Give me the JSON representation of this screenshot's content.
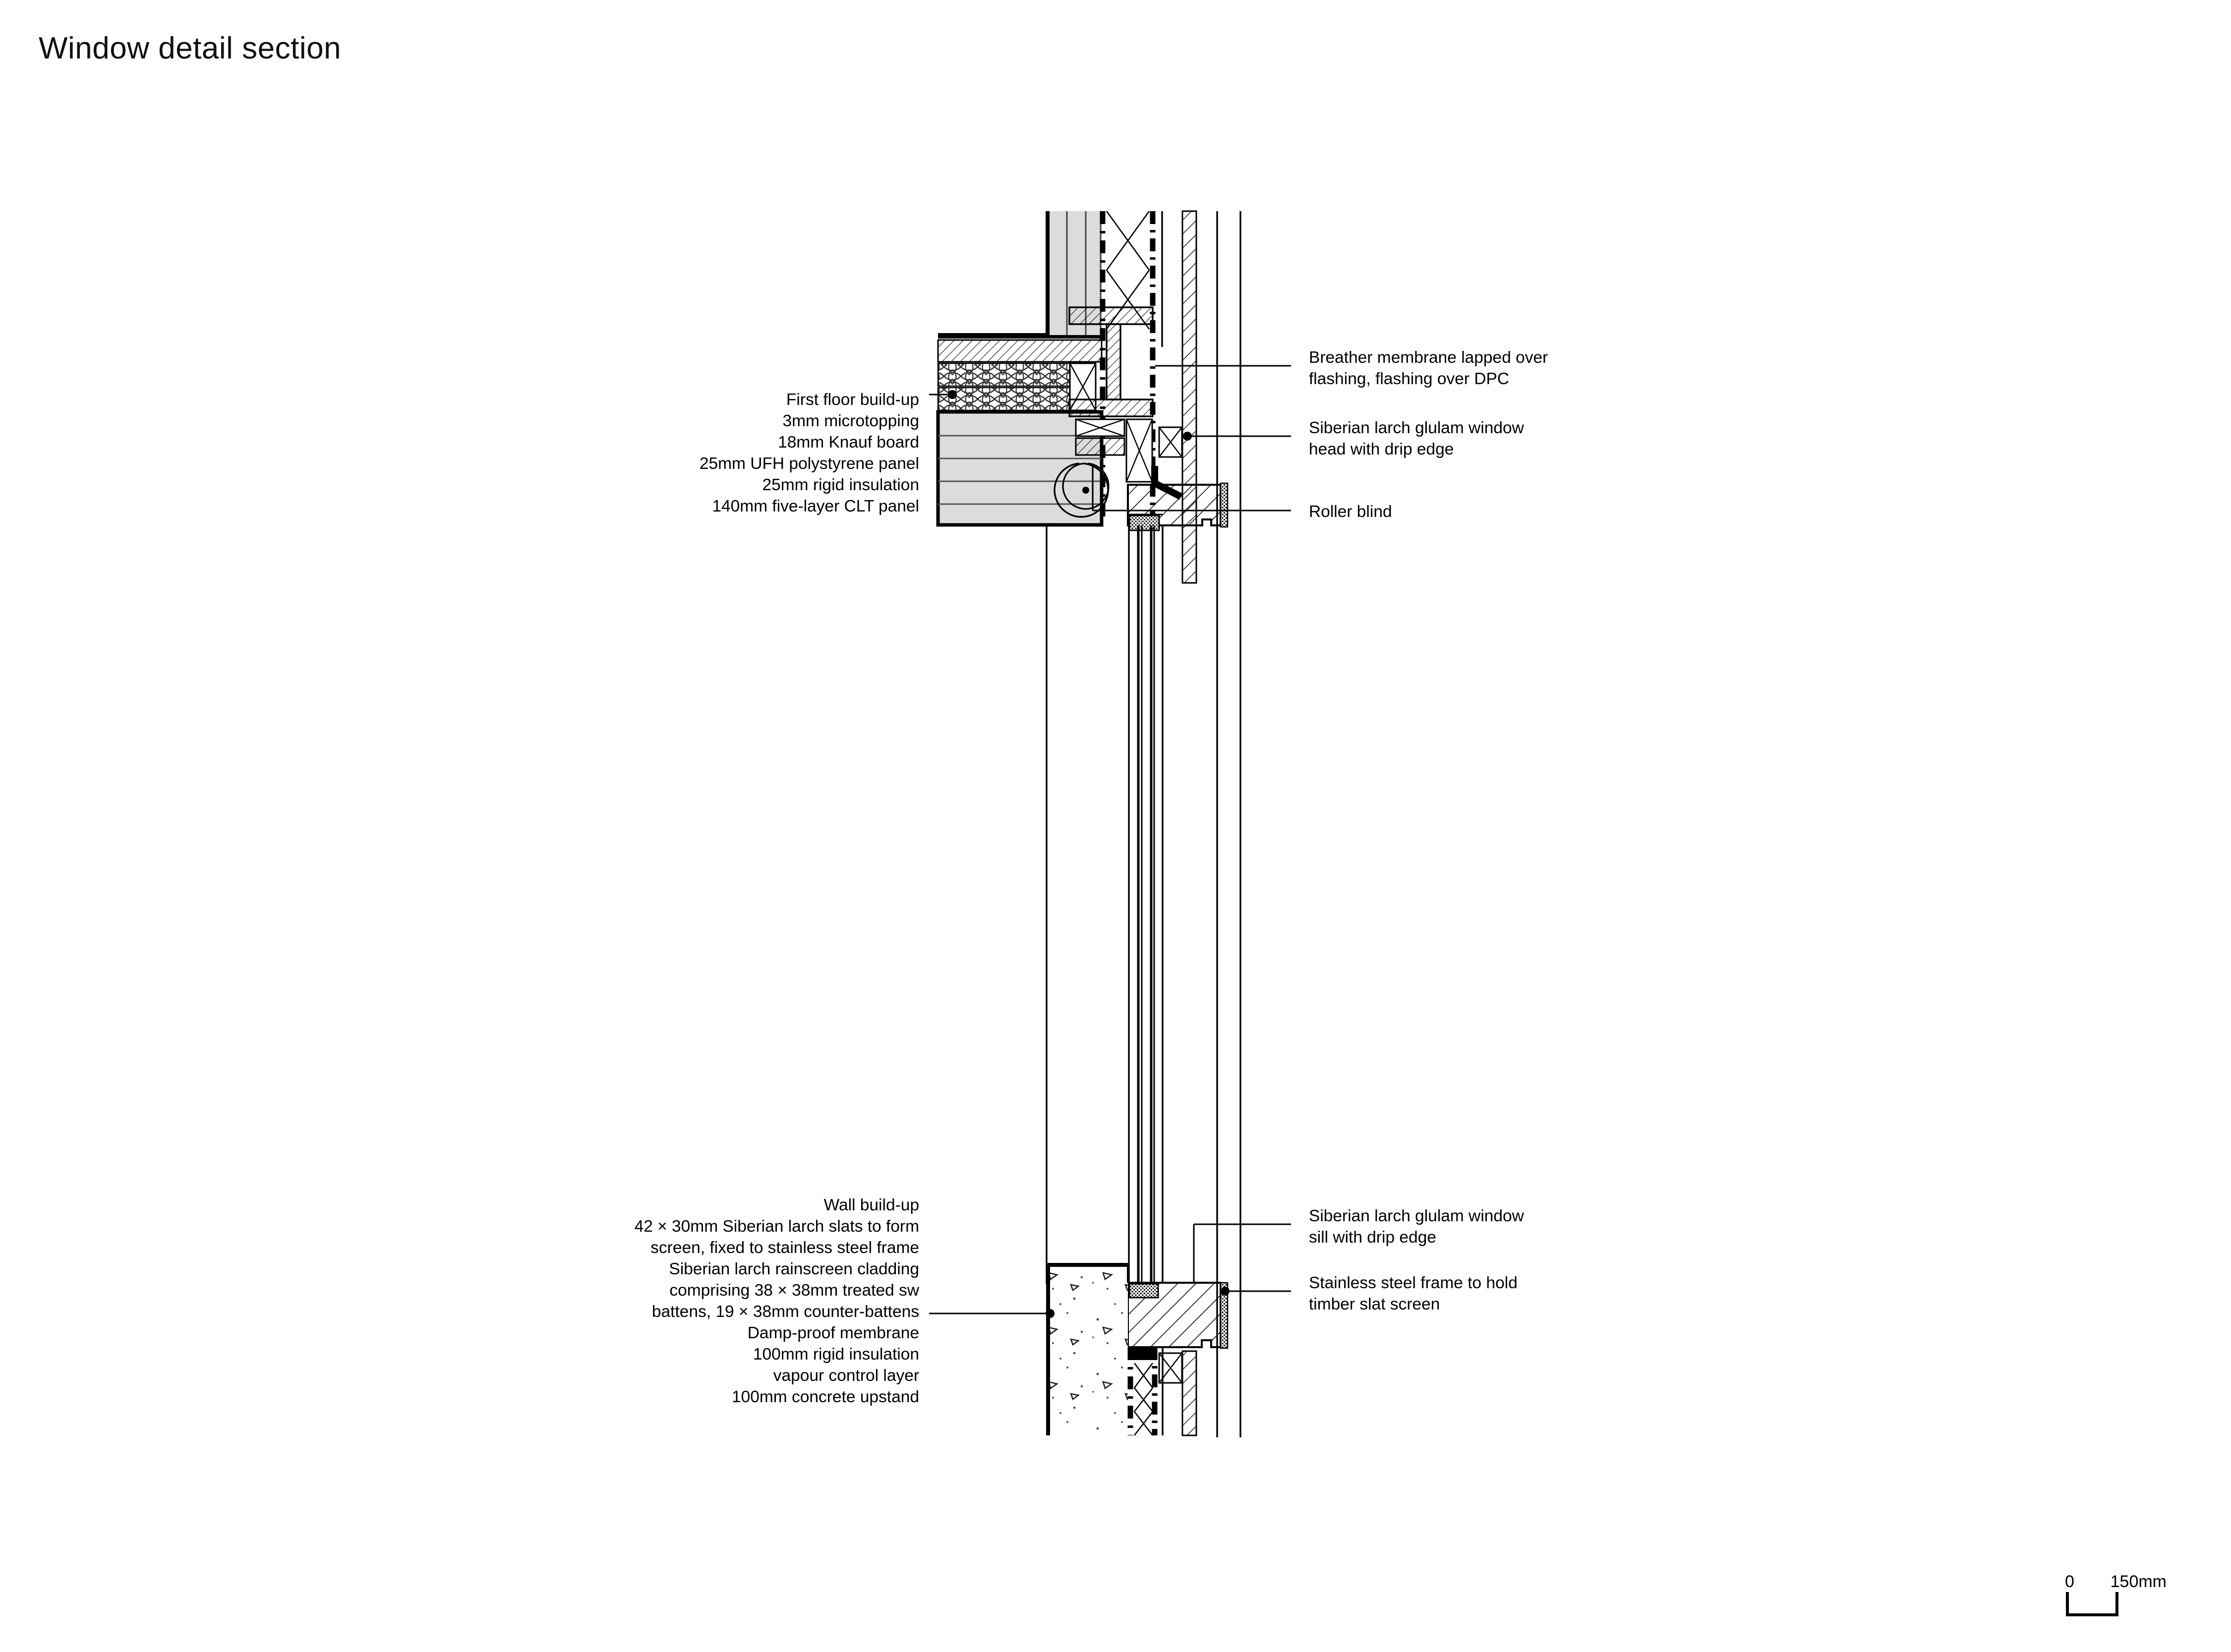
{
  "title": "Window detail section",
  "annotations": {
    "first_floor": {
      "text": "First floor build-up\n3mm microtopping\n18mm Knauf board\n25mm UFH polystyrene panel\n25mm rigid insulation\n140mm five-layer CLT panel"
    },
    "wall_buildup": {
      "text": "Wall build-up\n42 × 30mm Siberian larch slats to form\nscreen, fixed to stainless steel frame\nSiberian larch rainscreen cladding\ncomprising 38 × 38mm treated sw\nbattens, 19 × 38mm counter-battens\nDamp-proof membrane\n100mm rigid insulation\nvapour control layer\n100mm concrete upstand"
    },
    "breather_membrane": {
      "text": "Breather membrane lapped over\nflashing, flashing over DPC"
    },
    "window_head": {
      "text": "Siberian larch glulam window\nhead with drip edge"
    },
    "roller_blind": {
      "text": "Roller blind"
    },
    "window_sill": {
      "text": "Siberian larch glulam window\nsill with drip edge"
    },
    "steel_frame": {
      "text": "Stainless steel frame to hold\ntimber slat screen"
    }
  },
  "scale_bar": {
    "zero_label": "0",
    "max_label": "150mm"
  },
  "colors": {
    "ink": "#000000",
    "clt_fill": "#dcdcdc",
    "concrete_fill": "#fdfdfd",
    "paper": "#ffffff"
  }
}
